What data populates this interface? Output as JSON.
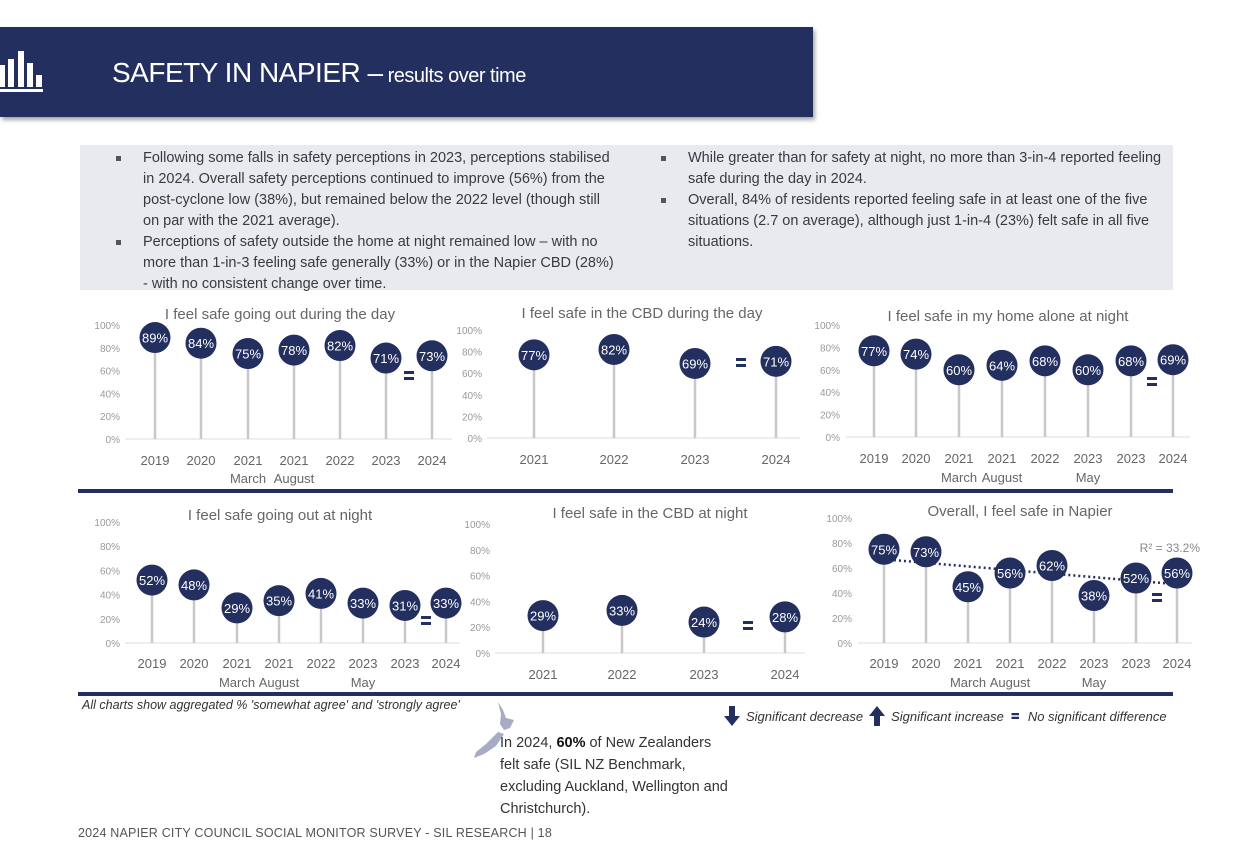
{
  "header": {
    "title_main": "SAFETY IN NAPIER –",
    "title_sub": " results over time",
    "icon": "bar-chart-icon"
  },
  "summary": {
    "left": [
      "Following some falls in safety perceptions in 2023, perceptions stabilised in 2024. Overall safety perceptions continued to improve (56%) from the post-cyclone low (38%), but remained below the 2022 level (though still on par with the 2021 average).",
      "Perceptions of safety outside the home at night remained low – with no more than 1-in-3 feeling safe generally (33%) or in the Napier CBD (28%) - with no consistent change over time."
    ],
    "right": [
      "While greater than for safety at night, no more than 3-in-4 reported feeling safe during the day in 2024.",
      "Overall, 84% of residents reported feeling safe in at least one of the five situations (2.7 on average), although just 1-in-4 (23%) felt safe in all five situations."
    ]
  },
  "chart_data": [
    {
      "type": "lollipop",
      "title": "I feel safe going out during the day",
      "categories": [
        "2019",
        "2020",
        "2021",
        "2021",
        "2022",
        "2023",
        "2024"
      ],
      "sublabels": [
        "",
        "",
        "March",
        "August",
        "",
        "",
        ""
      ],
      "values": [
        89,
        84,
        75,
        78,
        82,
        71,
        73
      ],
      "ylim": [
        0,
        100
      ],
      "yticks": [
        "0%",
        "20%",
        "40%",
        "60%",
        "80%",
        "100%"
      ],
      "significance": "no-significant-difference"
    },
    {
      "type": "lollipop",
      "title": "I feel safe in the CBD during the day",
      "categories": [
        "2021",
        "2022",
        "2023",
        "2024"
      ],
      "sublabels": [
        "",
        "",
        "",
        ""
      ],
      "values": [
        77,
        82,
        69,
        71
      ],
      "ylim": [
        0,
        100
      ],
      "yticks": [
        "0%",
        "20%",
        "40%",
        "60%",
        "80%",
        "100%"
      ],
      "significance": "no-significant-difference"
    },
    {
      "type": "lollipop",
      "title": "I feel safe in my home alone at night",
      "categories": [
        "2019",
        "2020",
        "2021",
        "2021",
        "2022",
        "2023",
        "2023",
        "2024"
      ],
      "sublabels": [
        "",
        "",
        "March",
        "August",
        "",
        "May",
        "",
        ""
      ],
      "values": [
        77,
        74,
        60,
        64,
        68,
        60,
        68,
        69
      ],
      "ylim": [
        0,
        100
      ],
      "yticks": [
        "0%",
        "20%",
        "40%",
        "60%",
        "80%",
        "100%"
      ],
      "significance": "no-significant-difference"
    },
    {
      "type": "lollipop",
      "title": "I feel safe going out at night",
      "categories": [
        "2019",
        "2020",
        "2021",
        "2021",
        "2022",
        "2023",
        "2023",
        "2024"
      ],
      "sublabels": [
        "",
        "",
        "March",
        "August",
        "",
        "May",
        "",
        ""
      ],
      "values": [
        52,
        48,
        29,
        35,
        41,
        33,
        31,
        33
      ],
      "ylim": [
        0,
        100
      ],
      "yticks": [
        "0%",
        "20%",
        "40%",
        "60%",
        "80%",
        "100%"
      ],
      "significance": "no-significant-difference"
    },
    {
      "type": "lollipop",
      "title": "I feel safe in the CBD at night",
      "categories": [
        "2021",
        "2022",
        "2023",
        "2024"
      ],
      "sublabels": [
        "",
        "",
        "",
        ""
      ],
      "values": [
        29,
        33,
        24,
        28
      ],
      "ylim": [
        0,
        100
      ],
      "yticks": [
        "0%",
        "20%",
        "40%",
        "60%",
        "80%",
        "100%"
      ],
      "significance": "no-significant-difference"
    },
    {
      "type": "lollipop",
      "title": "Overall, I feel safe in Napier",
      "categories": [
        "2019",
        "2020",
        "2021",
        "2021",
        "2022",
        "2023",
        "2023",
        "2024"
      ],
      "sublabels": [
        "",
        "",
        "March",
        "August",
        "",
        "May",
        "",
        ""
      ],
      "values": [
        75,
        73,
        45,
        56,
        62,
        38,
        52,
        56
      ],
      "ylim": [
        0,
        100
      ],
      "yticks": [
        "0%",
        "20%",
        "40%",
        "60%",
        "80%",
        "100%"
      ],
      "significance": "no-significant-difference",
      "trendline": {
        "start": 67,
        "end": 47,
        "label": "R² = 33.2%"
      }
    }
  ],
  "colors": {
    "navy": "#232f5e",
    "stick": "#c8c8c8",
    "axis": "#9a9a9a"
  },
  "note": "All charts show aggregated % 'somewhat agree' and 'strongly agree'",
  "legend": {
    "decrease": "Significant decrease",
    "increase": "Significant increase",
    "same": "No significant difference"
  },
  "benchmark": {
    "pre": "In 2024, ",
    "value": "60%",
    "post": " of New Zealanders felt safe (SIL NZ Benchmark, excluding Auckland, Wellington and Christchurch)."
  },
  "footer": "2024 NAPIER CITY COUNCIL SOCIAL MONITOR SURVEY - SIL RESEARCH | 18"
}
